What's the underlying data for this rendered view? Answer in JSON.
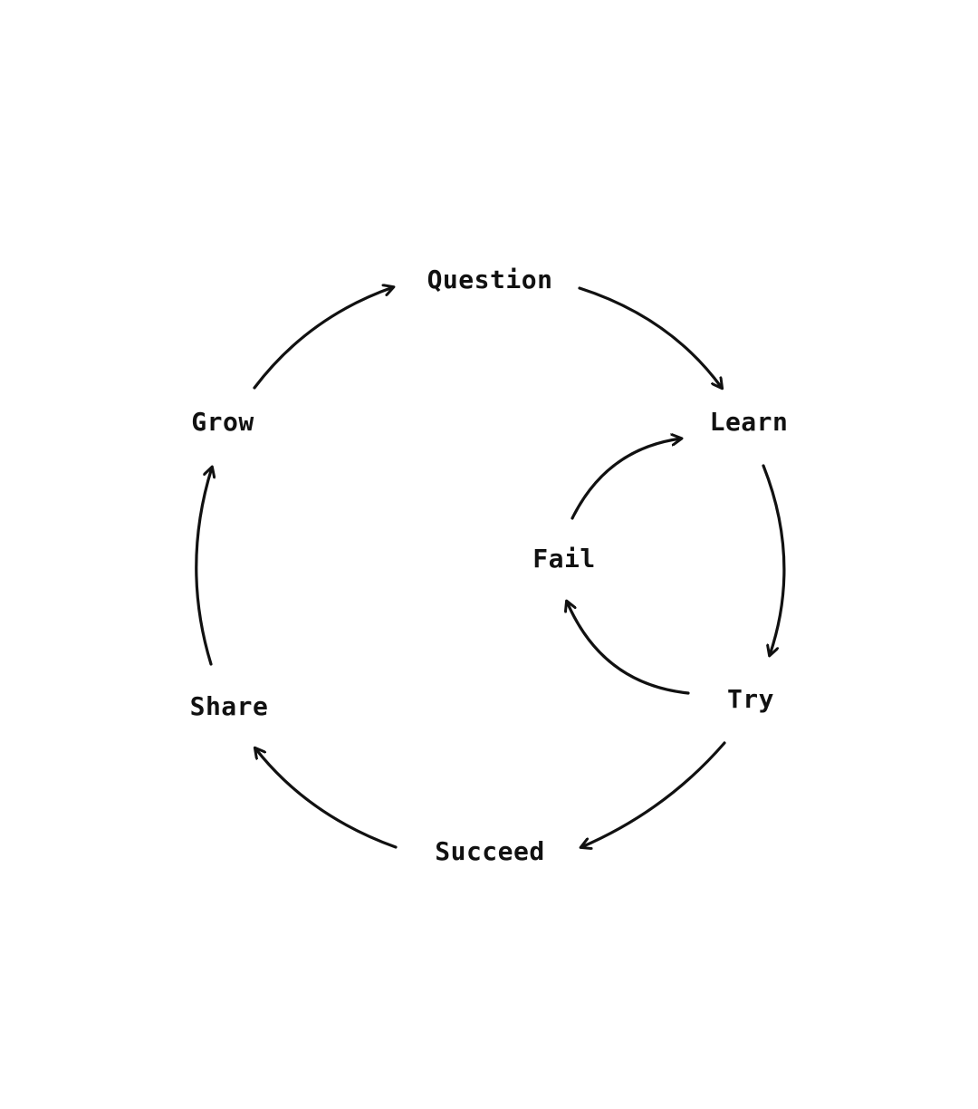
{
  "diagram": {
    "nodes": [
      {
        "id": "question",
        "label": "Question"
      },
      {
        "id": "learn",
        "label": "Learn"
      },
      {
        "id": "try",
        "label": "Try"
      },
      {
        "id": "succeed",
        "label": "Succeed"
      },
      {
        "id": "share",
        "label": "Share"
      },
      {
        "id": "grow",
        "label": "Grow"
      },
      {
        "id": "fail",
        "label": "Fail"
      }
    ],
    "edges": [
      {
        "from": "question",
        "to": "learn"
      },
      {
        "from": "learn",
        "to": "try"
      },
      {
        "from": "try",
        "to": "succeed"
      },
      {
        "from": "succeed",
        "to": "share"
      },
      {
        "from": "share",
        "to": "grow"
      },
      {
        "from": "grow",
        "to": "question"
      },
      {
        "from": "try",
        "to": "fail"
      },
      {
        "from": "fail",
        "to": "learn"
      }
    ],
    "stroke_color": "#111111",
    "background_color": "#ffffff"
  }
}
